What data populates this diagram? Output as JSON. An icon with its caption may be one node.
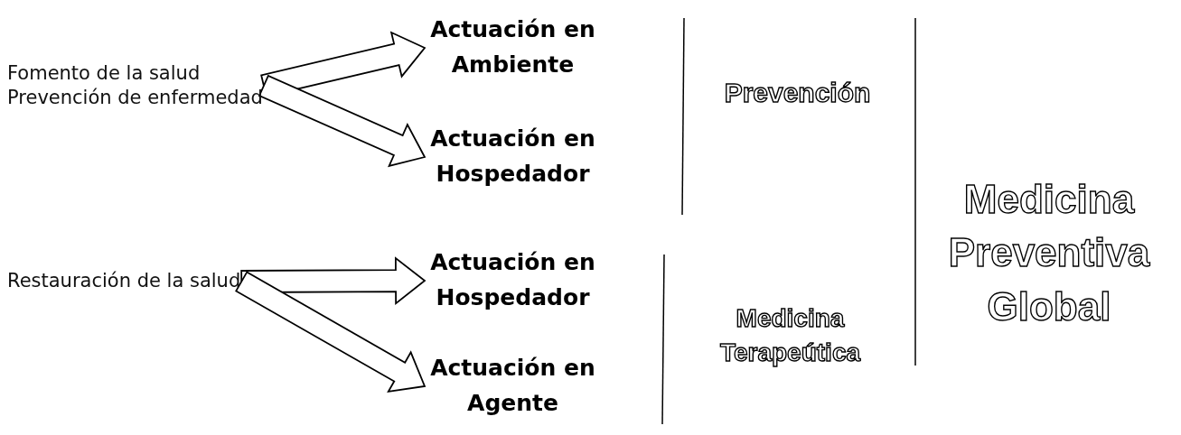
{
  "diagram": {
    "nodes": [
      {
        "text": [
          "Fomento de la salud",
          "Prevención de enfermedad"
        ]
      },
      {
        "text": [
          "Actuación en Ambiente"
        ]
      },
      {
        "text": [
          "Actuación en Hospedador"
        ]
      },
      {
        "text": [
          "Prevención"
        ]
      },
      {
        "text": [
          "Restauración de la salud"
        ]
      },
      {
        "text": [
          "Actuación en Hospedador"
        ]
      },
      {
        "text": [
          "Actuación en Agente"
        ]
      },
      {
        "text": [
          "Medicina Terapeútica"
        ]
      },
      {
        "text": [
          "Medicina Preventiva Global"
        ]
      }
    ],
    "edges": [
      {
        "from": 0,
        "to": 1,
        "arrow": "to"
      },
      {
        "from": 0,
        "to": 2,
        "arrow": "to"
      },
      {
        "from": 4,
        "to": 5,
        "arrow": "to"
      },
      {
        "from": 4,
        "to": 6,
        "arrow": "to"
      }
    ]
  }
}
